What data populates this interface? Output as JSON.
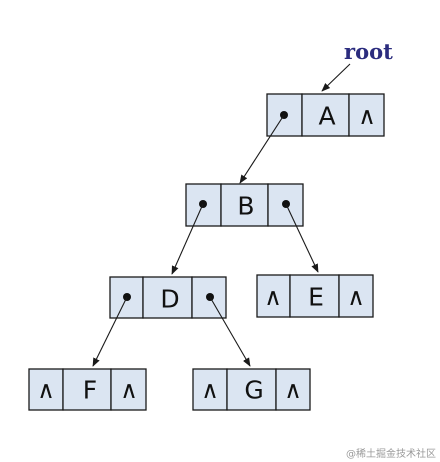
{
  "root_label": "root",
  "null_symbol": "∧",
  "nodes": {
    "A": {
      "value": "A"
    },
    "B": {
      "value": "B"
    },
    "D": {
      "value": "D"
    },
    "E": {
      "value": "E"
    },
    "F": {
      "value": "F"
    },
    "G": {
      "value": "G"
    }
  },
  "edges": [
    {
      "from": "root",
      "to": "A"
    },
    {
      "from": "A",
      "to": "B",
      "side": "left"
    },
    {
      "from": "B",
      "to": "D",
      "side": "left"
    },
    {
      "from": "B",
      "to": "E",
      "side": "right"
    },
    {
      "from": "D",
      "to": "F",
      "side": "left"
    },
    {
      "from": "D",
      "to": "G",
      "side": "right"
    }
  ],
  "watermark": "@稀土掘金技术社区"
}
